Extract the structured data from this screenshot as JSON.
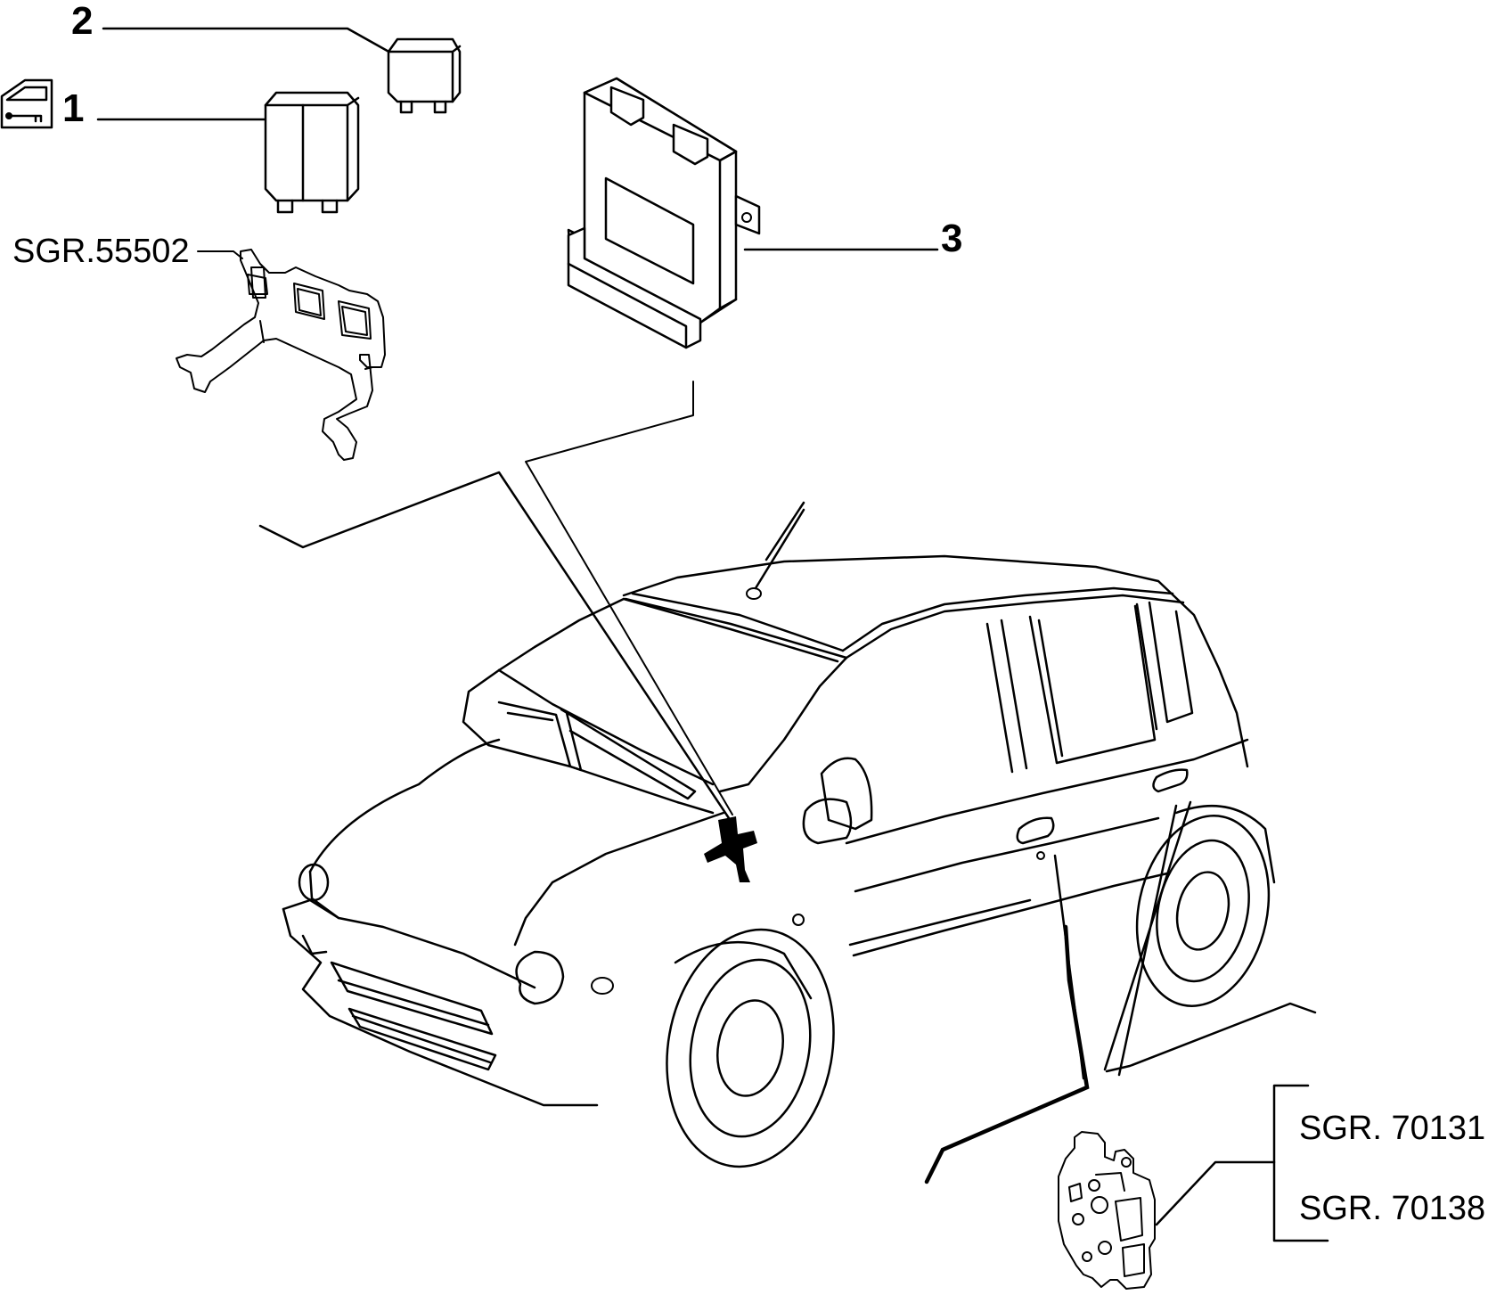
{
  "callouts": {
    "item_1": "1",
    "item_2": "2",
    "item_3": "3"
  },
  "references": {
    "bracket": "SGR.55502",
    "lock_a": "SGR. 70131",
    "lock_b": "SGR. 70138"
  },
  "icons": {
    "door_key": "door-lock-key-icon"
  }
}
